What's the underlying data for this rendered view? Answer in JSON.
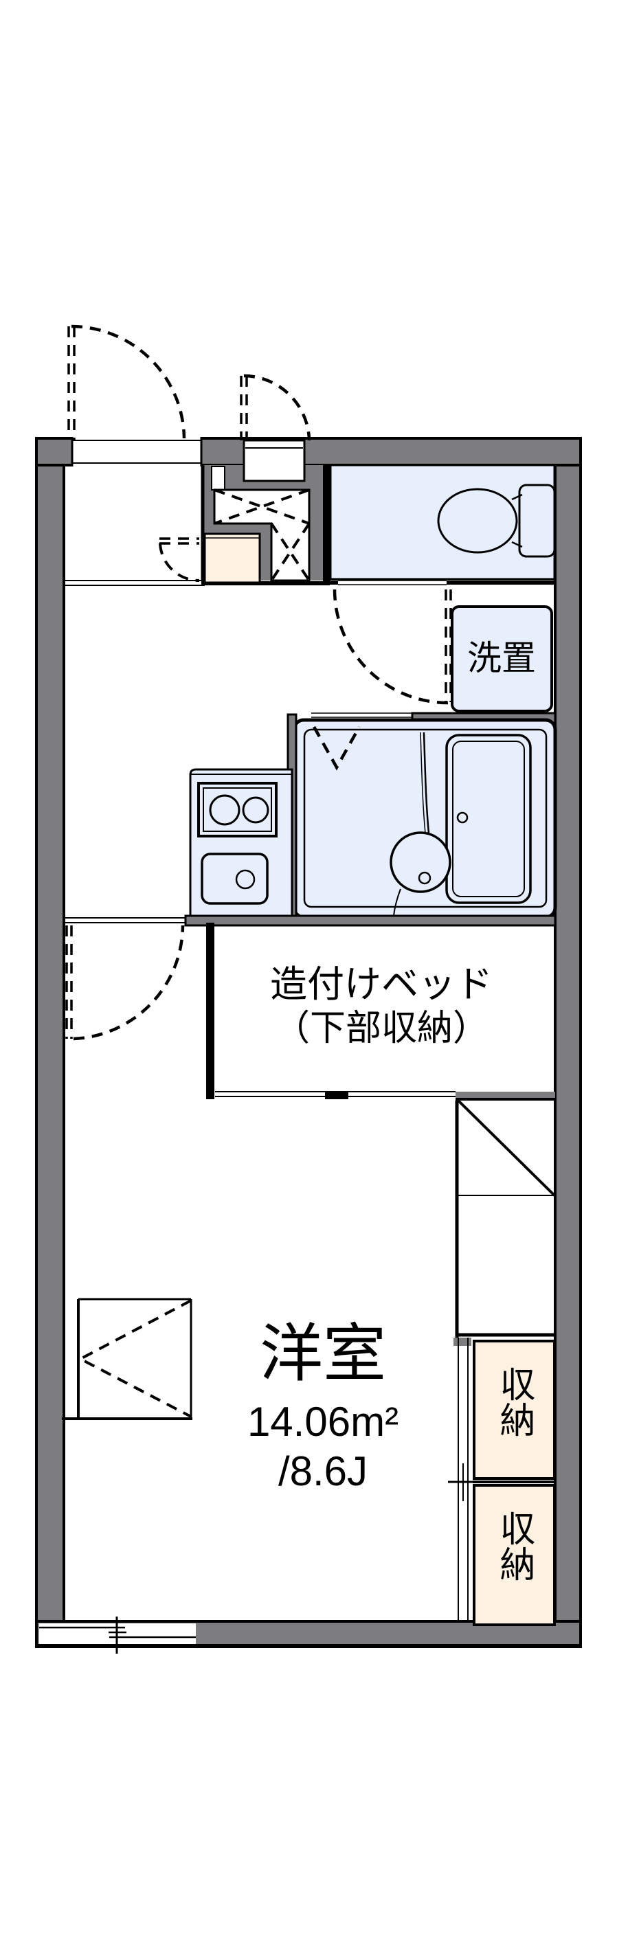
{
  "colors": {
    "background": "#ffffff",
    "wall_gray": "#7d7d80",
    "fixture_blue": "#e8effc",
    "storage_cream": "#fdf2e2",
    "line_black": "#000000"
  },
  "rooms": {
    "western_room": {
      "name": "洋室",
      "area_sqm": "14.06m²",
      "area_tatami": "/8.6J"
    },
    "built_in_bed": {
      "line1": "造付けベッド",
      "line2": "（下部収納）"
    },
    "washer_space": {
      "label": "洗置"
    },
    "closet_upper": {
      "label": "収納"
    },
    "closet_lower": {
      "label": "収納"
    }
  }
}
